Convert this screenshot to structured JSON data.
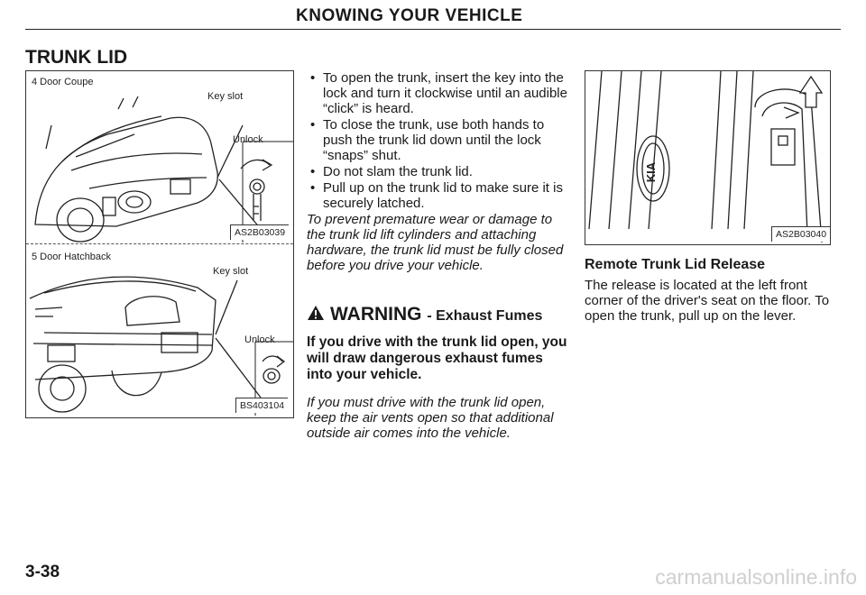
{
  "header": {
    "running_title": "KNOWING YOUR VEHICLE"
  },
  "section_title": "TRUNK LID",
  "figure_left": {
    "top_panel": {
      "caption": "4 Door Coupe",
      "key_slot_label": "Key slot",
      "unlock_label": "Unlock",
      "code": "AS2B03039"
    },
    "bottom_panel": {
      "caption": "5 Door Hatchback",
      "key_slot_label": "Key slot",
      "unlock_label": "Unlock",
      "code": "BS403104"
    }
  },
  "instructions": {
    "bullets": [
      "To open the trunk, insert the key into the lock and turn it clockwise until an audible “click” is heard.",
      "To close the trunk, use both hands to push the trunk lid down until the lock “snaps” shut.",
      "Do not slam the trunk lid.",
      "Pull up on the trunk lid to make sure it is securely latched."
    ],
    "caution_italic": "To prevent premature wear or damage to the trunk lid lift cylinders and attaching hardware, the trunk lid must be fully closed before you drive your vehicle."
  },
  "warning": {
    "label": "WARNING",
    "subtitle": "- Exhaust Fumes",
    "body": "If you drive with the trunk lid open, you will draw dangerous exhaust fumes into your vehicle.",
    "advice_italic": "If you must drive with the trunk lid open, keep the air vents open so that additional outside air comes into the vehicle."
  },
  "figure_right": {
    "code": "AS2B03040",
    "emblem_text": "KIA"
  },
  "remote_release": {
    "title": "Remote Trunk Lid Release",
    "body": "The release is located at the left front corner of the driver's seat on the floor. To open the trunk, pull up on the lever."
  },
  "page_number": "3-38",
  "watermark": "carmanualsonline.info"
}
